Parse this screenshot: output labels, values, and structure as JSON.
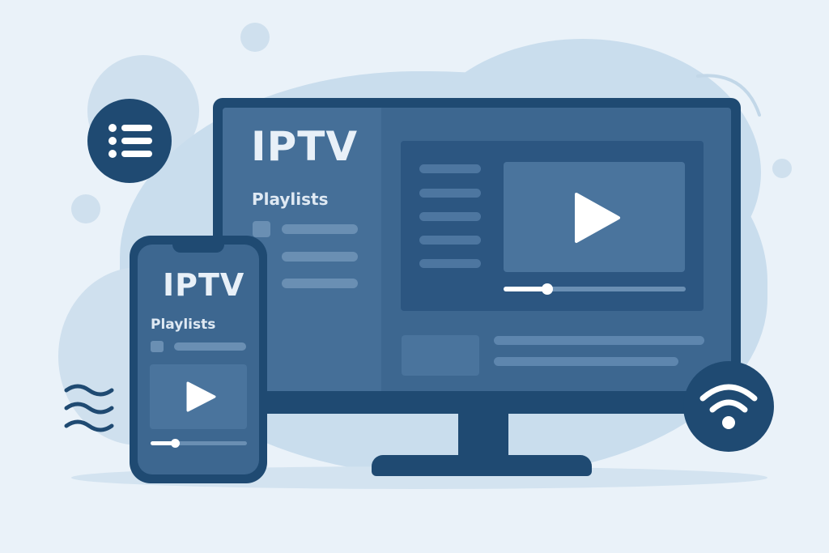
{
  "colors": {
    "background": "#eaf2f9",
    "blob": "#c9dded",
    "device_dark": "#1f4a72",
    "screen": "#3d6790",
    "panel": "#2c5681",
    "accent_light": "#7fa1c2"
  },
  "tv": {
    "title": "IPTV",
    "subtitle": "Playlists"
  },
  "phone": {
    "title": "IPTV",
    "subtitle": "Playlists",
    "progress": 0.25
  },
  "tv_player": {
    "progress": 0.24
  },
  "icons": {
    "list": "list-icon",
    "wifi": "wifi-icon",
    "play": "play-icon",
    "waves": "wave-icon"
  }
}
